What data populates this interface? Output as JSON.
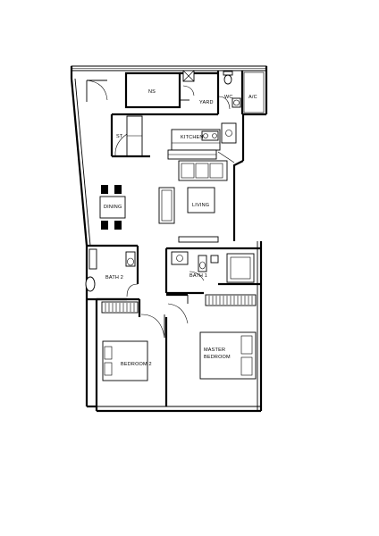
{
  "rooms": {
    "ns": "NS",
    "yard": "YARD",
    "wc": "WC",
    "ac": "A/C",
    "st": "ST",
    "kitchen": "KITCHEN",
    "dining": "DINING",
    "living": "LIVING",
    "bath2": "BATH 2",
    "bath1": "BATH 1",
    "bedroom2": "BEDROOM 2",
    "master_line1": "MASTER",
    "master_line2": "BEDROOM"
  }
}
